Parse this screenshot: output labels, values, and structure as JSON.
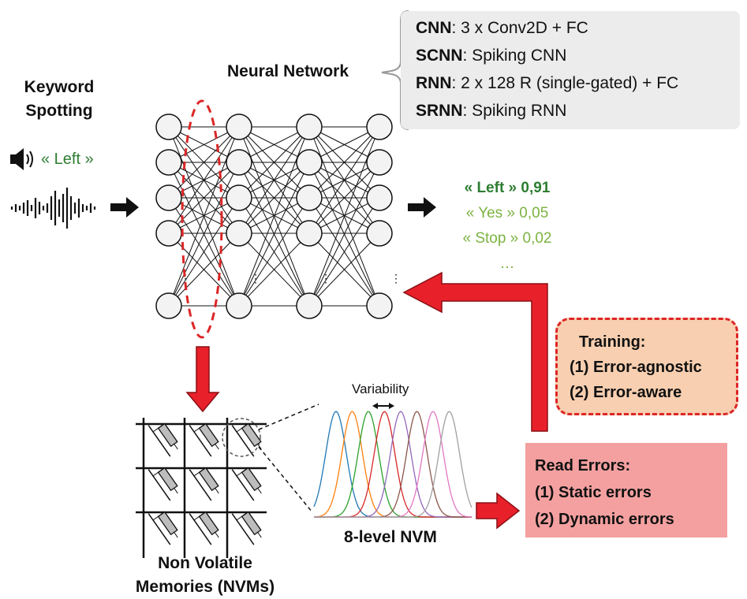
{
  "task": {
    "title_line1": "Keyword",
    "title_line2": "Spotting",
    "input_word": "« Left »"
  },
  "network": {
    "title": "Neural Network",
    "dots": "⋮"
  },
  "models": [
    {
      "name": "CNN",
      "desc": ": 3 x Conv2D + FC"
    },
    {
      "name": "SCNN",
      "desc": ": Spiking CNN"
    },
    {
      "name": "RNN",
      "desc": ": 2 x 128 R (single-gated) + FC"
    },
    {
      "name": "SRNN",
      "desc": ": Spiking RNN"
    }
  ],
  "outputs": [
    {
      "label": "« Left » 0,91",
      "color": "#2e7d32",
      "bold": true
    },
    {
      "label": "« Yes » 0,05",
      "color": "#7cb342",
      "bold": false
    },
    {
      "label": "« Stop » 0,02",
      "color": "#7cb342",
      "bold": false
    },
    {
      "label": "…",
      "color": "#7cb342",
      "bold": false
    }
  ],
  "training": {
    "title": "Training:",
    "items": [
      "(1)  Error-agnostic",
      "(2)  Error-aware"
    ]
  },
  "read_errors": {
    "title": "Read Errors:",
    "items": [
      "(1)  Static errors",
      "(2)  Dynamic errors"
    ]
  },
  "nvm": {
    "caption_line1": "Non Volatile",
    "caption_line2": "Memories (NVMs)",
    "levels_caption": "8-level NVM",
    "variability_label": "Variability",
    "level_colors": [
      "#1f77b4",
      "#ff7f0e",
      "#2ca02c",
      "#d62728",
      "#9467bd",
      "#8c564b",
      "#e377c2",
      "#a0a0a0"
    ]
  },
  "colors": {
    "arrow_red": "#e8202a",
    "green_dark": "#2e7d32",
    "green_light": "#7cb342"
  }
}
